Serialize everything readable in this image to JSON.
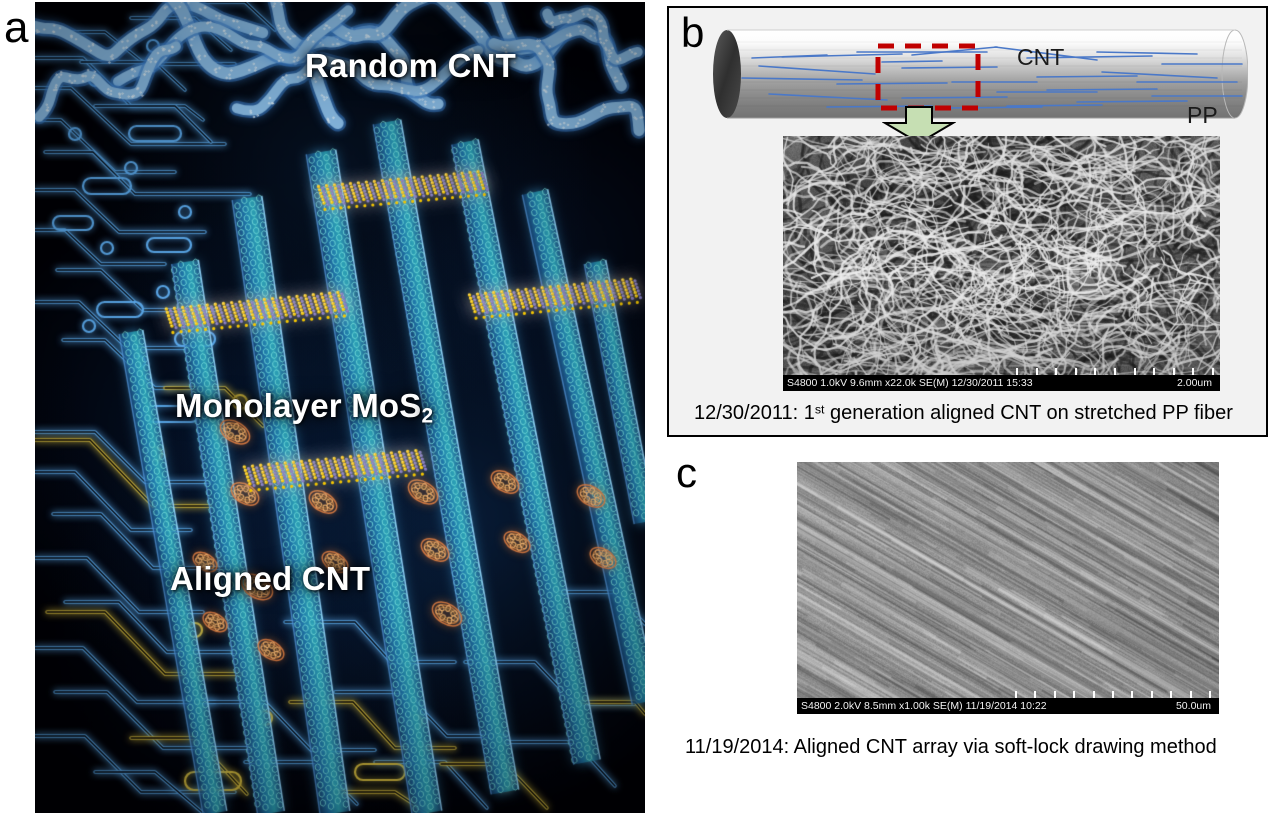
{
  "figure": {
    "panels": [
      {
        "id": "a",
        "letter": "a"
      },
      {
        "id": "b",
        "letter": "b"
      },
      {
        "id": "c",
        "letter": "c"
      }
    ]
  },
  "panel_a": {
    "letter": "a",
    "description": "artistic rendering of carbon nanotube network with monolayer MoS2 flakes on dark background",
    "labels": {
      "random_cnt": "Random CNT",
      "monolayer_mos2_main": "Monolayer MoS",
      "monolayer_mos2_sub": "2",
      "aligned_cnt": "Aligned CNT"
    },
    "colors": {
      "background": "#000005",
      "text": "#ffffff",
      "nanotube_blue": "#3e8fd0",
      "nanotube_teal": "#2fa9a0",
      "nanotube_copper": "#d98040",
      "trace_yellow": "#c9b23a",
      "mos2_sulfur": "#f2c500",
      "mos2_molybdenum": "#7b6fc4"
    }
  },
  "panel_b": {
    "letter": "b",
    "schematic": {
      "label_cnt": "CNT",
      "label_pp": "PP",
      "colors": {
        "cnt_line": "#4a78c8",
        "fiber_light": "#fdfdfd",
        "fiber_mid": "#9a9a9a",
        "fiber_dark": "#6e6e6e",
        "endcap": "#3c3c3c",
        "roi_box": "#c00000",
        "arrow_fill": "#c6dfb3",
        "arrow_stroke": "#000000"
      }
    },
    "sem": {
      "info_left": "S4800 1.0kV 9.6mm x22.0k SE(M) 12/30/2011 15:33",
      "scale": "2.00um",
      "tick_count": 11
    },
    "caption": {
      "date": "12/30/2011: 1",
      "sup": "st",
      "rest": " generation aligned CNT on stretched PP fiber"
    },
    "box": {
      "background": "#f2f2f2",
      "border": "#000000"
    }
  },
  "panel_c": {
    "letter": "c",
    "sem": {
      "info_left": "S4800 2.0kV 8.5mm x1.00k SE(M) 11/19/2014 10:22",
      "scale": "50.0um",
      "tick_count": 11
    },
    "caption": {
      "text": "11/19/2014: Aligned CNT array via soft-lock drawing method"
    }
  }
}
